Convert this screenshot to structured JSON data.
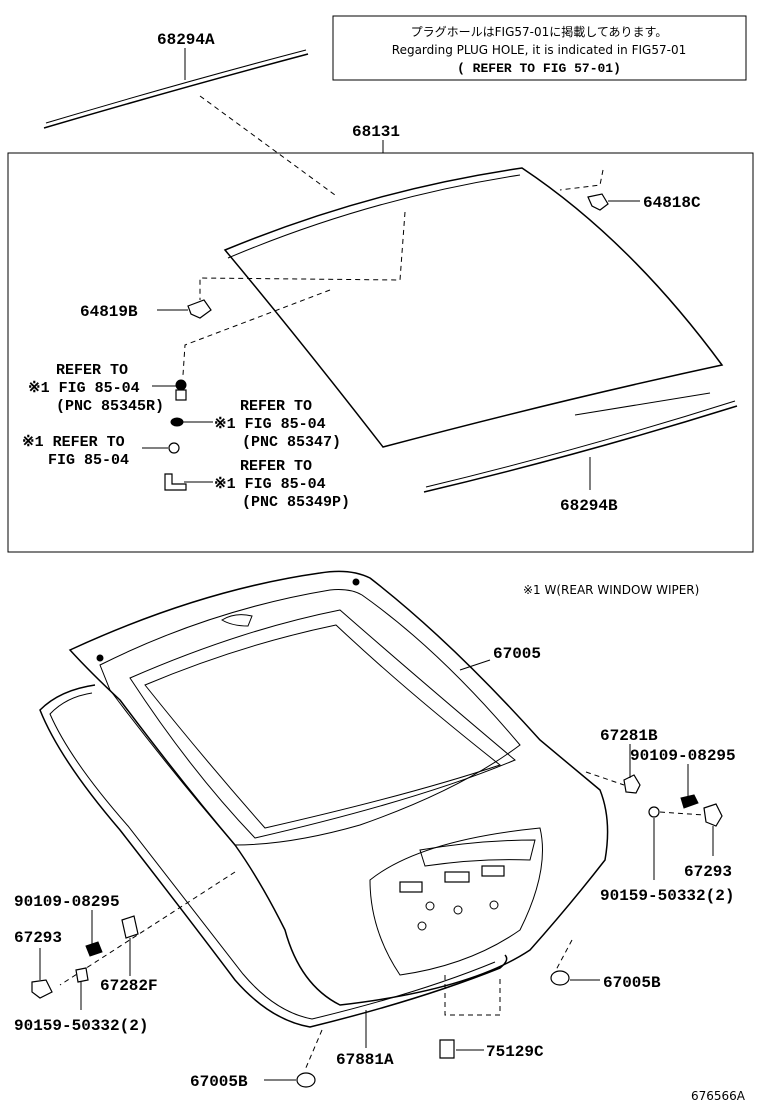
{
  "note": {
    "line1": "プラグホールはFIG57-01に掲載してあります。",
    "line2": "Regarding PLUG HOLE, it is indicated in FIG57-01",
    "line3": "( REFER TO FIG 57-01)"
  },
  "wiper_note": "※1 W(REAR WINDOW WIPER)",
  "diagram_id": "676566A",
  "labels": {
    "p68294A": "68294A",
    "p68131": "68131",
    "p64818C": "64818C",
    "p64819B": "64819B",
    "p68294B": "68294B",
    "p67005": "67005",
    "p67281B": "67281B",
    "p90109_r": "90109-08295",
    "p67293_r": "67293",
    "p90159_r": "90159-50332(2)",
    "p90109_l": "90109-08295",
    "p67293_l": "67293",
    "p67282F": "67282F",
    "p90159_l": "90159-50332(2)",
    "p67005B_r": "67005B",
    "p75129C": "75129C",
    "p67881A": "67881A",
    "p67005B_b": "67005B"
  },
  "refs": {
    "r1": [
      "REFER TO",
      "※1 FIG 85-04",
      "(PNC 85345R)"
    ],
    "r2": [
      "REFER TO",
      "※1 FIG 85-04",
      "(PNC 85347)"
    ],
    "r3": [
      "※1 REFER TO",
      "FIG 85-04"
    ],
    "r4": [
      "REFER TO",
      "※1 FIG 85-04",
      "(PNC 85349P)"
    ]
  }
}
